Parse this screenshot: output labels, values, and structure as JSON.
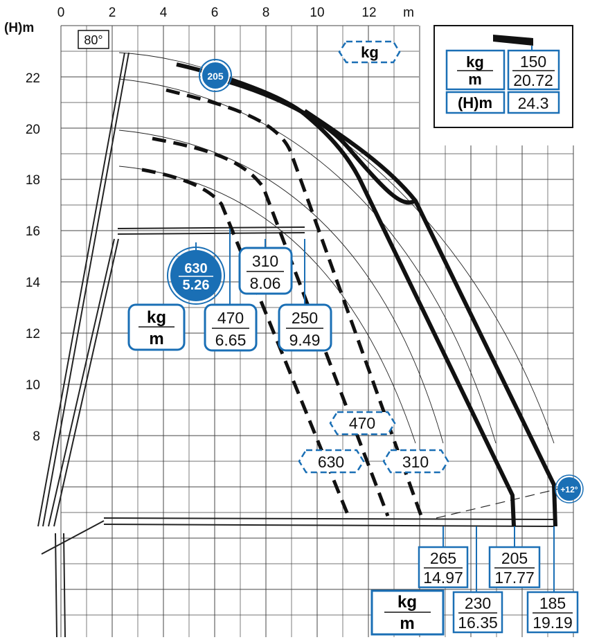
{
  "axes": {
    "x_ticks": [
      "0",
      "2",
      "4",
      "6",
      "8",
      "10",
      "12"
    ],
    "x_unit": "m",
    "y_ticks": [
      "8",
      "10",
      "12",
      "14",
      "16",
      "18",
      "20",
      "22"
    ],
    "y_unit": "(H)m"
  },
  "angle_max": "80°",
  "angle_ext": "+12°",
  "kg_label": "kg",
  "kg_m": {
    "kg": "kg",
    "m": "m"
  },
  "legend": {
    "kg": "kg",
    "m": "m",
    "hm": "(H)m",
    "load": "150",
    "reach": "20.72",
    "height": "24.3"
  },
  "badge_top": "205",
  "badge_main": {
    "kg": "630",
    "m": "5.26"
  },
  "mid_labels": [
    {
      "kg": "310",
      "m": "8.06"
    },
    {
      "kg": "470",
      "m": "6.65"
    },
    {
      "kg": "250",
      "m": "9.49"
    }
  ],
  "curve_labels": [
    "470",
    "630",
    "310"
  ],
  "bottom_labels": [
    {
      "kg": "265",
      "m": "14.97"
    },
    {
      "kg": "205",
      "m": "17.77"
    },
    {
      "kg": "230",
      "m": "16.35"
    },
    {
      "kg": "185",
      "m": "19.19"
    }
  ],
  "colors": {
    "blue": "#1a6fb5",
    "ink": "#111111",
    "grid": "#444444"
  }
}
